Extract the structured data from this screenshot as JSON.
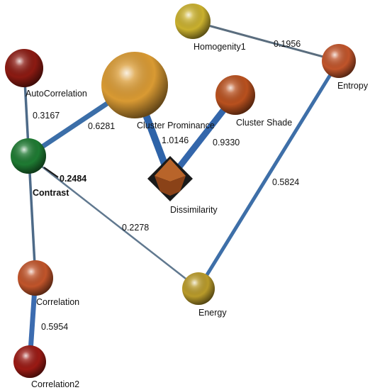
{
  "diagram": {
    "nodes": [
      {
        "id": "homogenity1",
        "label": "Homogenity1",
        "shape": "sphere",
        "color": "#c9b02e"
      },
      {
        "id": "entropy",
        "label": "Entropy",
        "shape": "sphere",
        "color": "#c0542a"
      },
      {
        "id": "autocorrelation",
        "label": "AutoCorrelation",
        "shape": "sphere",
        "color": "#8b1a12"
      },
      {
        "id": "cluster_prominance",
        "label": "Cluster Prominance",
        "shape": "sphere",
        "color": "#d99a33"
      },
      {
        "id": "cluster_shade",
        "label": "Cluster Shade",
        "shape": "sphere",
        "color": "#b8501e"
      },
      {
        "id": "contrast",
        "label": "Contrast",
        "shape": "sphere",
        "color": "#1e7a32",
        "bold": true
      },
      {
        "id": "dissimilarity",
        "label": "Dissimilarity",
        "shape": "octahedron",
        "color": "#b8642a"
      },
      {
        "id": "correlation",
        "label": "Correlation",
        "shape": "sphere",
        "color": "#c0542a"
      },
      {
        "id": "energy",
        "label": "Energy",
        "shape": "sphere",
        "color": "#b89a2a"
      },
      {
        "id": "correlation2",
        "label": "Correlation2",
        "shape": "sphere",
        "color": "#9a1a14"
      }
    ],
    "edges": [
      {
        "from": "homogenity1",
        "to": "entropy",
        "weight": "0.1956"
      },
      {
        "from": "autocorrelation",
        "to": "correlation",
        "weight": "0.3167"
      },
      {
        "from": "contrast",
        "to": "cluster_prominance",
        "weight": "0.6281"
      },
      {
        "from": "cluster_prominance",
        "to": "dissimilarity",
        "weight": "1.0146"
      },
      {
        "from": "cluster_shade",
        "to": "dissimilarity",
        "weight": "0.9330"
      },
      {
        "from": "entropy",
        "to": "energy",
        "weight": "0.5824"
      },
      {
        "from": "contrast",
        "to": "energy",
        "weight": "0.2278"
      },
      {
        "from": "contrast",
        "to": "contrast",
        "weight": "0.2484",
        "bold": true
      },
      {
        "from": "correlation",
        "to": "correlation2",
        "weight": "0.5954"
      }
    ]
  }
}
